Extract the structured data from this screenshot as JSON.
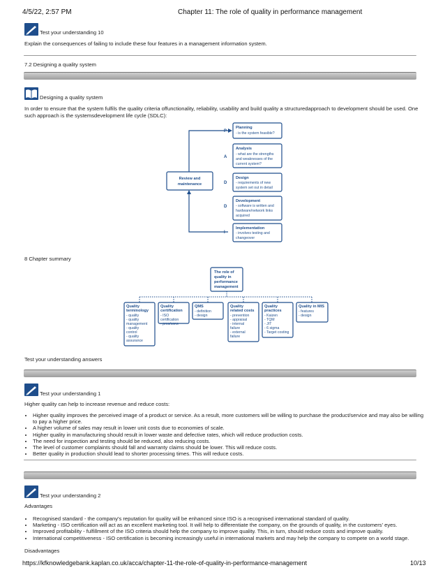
{
  "header": {
    "datetime": "4/5/22, 2:57 PM",
    "title": "Chapter 11: The role of quality in performance management"
  },
  "footer": {
    "url": "https://kfknowledgebank.kaplan.co.uk/acca/chapter-11-the-role-of-quality-in-performance-management",
    "page": "10/13"
  },
  "tyu10": {
    "label": "Test your understanding 10",
    "text": "Explain the consequences of failing to include these four features in a management information system."
  },
  "section72": {
    "heading": "7.2 Designing a quality system"
  },
  "designing": {
    "label": "Designing a quality system",
    "para": "In order to ensure that the system fulfils the quality criteria offunctionality, reliability, usability and build quality a structuredapproach to development should be used. One such approach is the systemsdevelopment life cycle (SDLC):"
  },
  "sdlc": {
    "review_line1": "Review and",
    "review_line2": "maintenance",
    "stages": [
      {
        "letter": "P",
        "title": "Planning",
        "lines": [
          "- is the system feasible?"
        ]
      },
      {
        "letter": "A",
        "title": "Analysis",
        "lines": [
          "- what are the strengths",
          "  and weaknesses of the",
          "  current system?"
        ]
      },
      {
        "letter": "D",
        "title": "Design",
        "lines": [
          "- requirements of new",
          "  system set out in detail"
        ]
      },
      {
        "letter": "D",
        "title": "Development",
        "lines": [
          "- software is written and",
          "  hardware/network links",
          "  acquired"
        ]
      },
      {
        "letter": "I",
        "title": "Implementation",
        "lines": [
          "- involves testing and",
          "  changeover"
        ]
      }
    ]
  },
  "section8": {
    "heading": "8 Chapter summary"
  },
  "summary": {
    "root_lines": [
      "The role of",
      "quality in",
      "performance",
      "management"
    ],
    "children": [
      {
        "title": [
          "Quality",
          "terminology"
        ],
        "lines": [
          "- quality",
          "- quality",
          "  management",
          "- quality",
          "  control",
          "- quality",
          "  assurance"
        ]
      },
      {
        "title": [
          "Quality",
          "certification"
        ],
        "lines": [
          "- ISO",
          "  certification",
          "- pros/cons"
        ]
      },
      {
        "title": [
          "QMS"
        ],
        "lines": [
          "- definition",
          "- design"
        ]
      },
      {
        "title": [
          "Quality",
          "related costs"
        ],
        "lines": [
          "- prevention",
          "- appraisal",
          "- internal",
          "  failure",
          "- external",
          "  failure"
        ]
      },
      {
        "title": [
          "Quality",
          "practices"
        ],
        "lines": [
          "- Kaizen",
          "- TQM",
          "- JIT",
          "- 6 sigma",
          "- Target costing"
        ]
      },
      {
        "title": [
          "Quality in MIS"
        ],
        "lines": [
          "- features",
          "- design"
        ]
      }
    ]
  },
  "answers": {
    "heading": "Test your understanding answers"
  },
  "tyu1": {
    "label": "Test your understanding 1",
    "intro": "Higher quality can help to increase revenue and reduce costs:",
    "bullets": [
      "Higher quality improves the perceived image of a product or service. As a result, more customers will be willing to purchase the product/service and may also be willing to pay a higher price.",
      "A higher volume of sales may result in lower unit costs due to economies of scale.",
      "Higher quality in manufacturing should result in lower waste and defective rates, which will reduce production costs.",
      "The need for inspection and testing should be reduced, also reducing costs.",
      "The level of customer complaints should fall and warranty claims should be lower. This will reduce costs.",
      "Better quality in production should lead to shorter processing times. This will reduce costs."
    ]
  },
  "tyu2": {
    "label": "Test your understanding 2",
    "advantages": "Advantages",
    "bullets": [
      "Recognised standard - the company's reputation for quality will be enhanced since ISO is a recognised international standard of quality.",
      "Marketing - ISO certification will act as an excellent marketing tool. It will help to differentiate the company, on the grounds of quality, in the customers' eyes.",
      "Improved profitability - fulfillment of the ISO criteria should help the company to improve quality. This, in turn, should reduce costs and improve quality.",
      "International competitiveness - ISO certification is becoming increasingly useful in international markets and may help the company to compete on a world stage."
    ],
    "disadvantages": "Disadvantages"
  },
  "colors": {
    "accent": "#1f4e8c"
  }
}
